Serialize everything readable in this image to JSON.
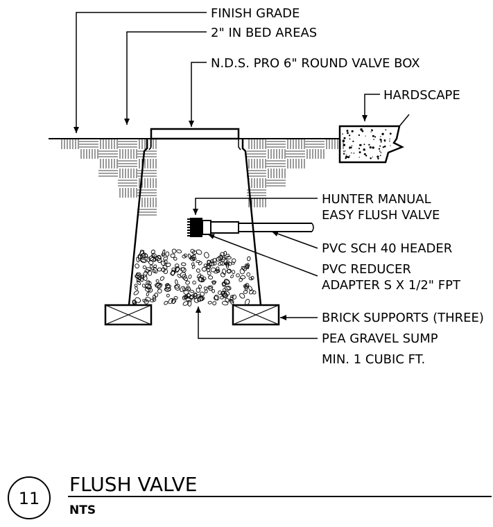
{
  "labels": {
    "finish_grade_1": "FINISH GRADE",
    "finish_grade_2": "2\" IN BED AREAS",
    "valve_box": "N.D.S. PRO 6\" ROUND VALVE BOX",
    "hardscape": "HARDSCAPE",
    "flush_valve_1": "HUNTER MANUAL",
    "flush_valve_2": "EASY FLUSH VALVE",
    "header": "PVC SCH 40 HEADER",
    "reducer_1": "PVC REDUCER",
    "reducer_2": "ADAPTER S X 1/2\" FPT",
    "bricks": "BRICK SUPPORTS (THREE)",
    "gravel_1": "PEA GRAVEL SUMP",
    "gravel_2": "MIN. 1 CUBIC FT."
  },
  "title_block": {
    "detail_number": "11",
    "title": "FLUSH VALVE",
    "scale": "NTS"
  }
}
